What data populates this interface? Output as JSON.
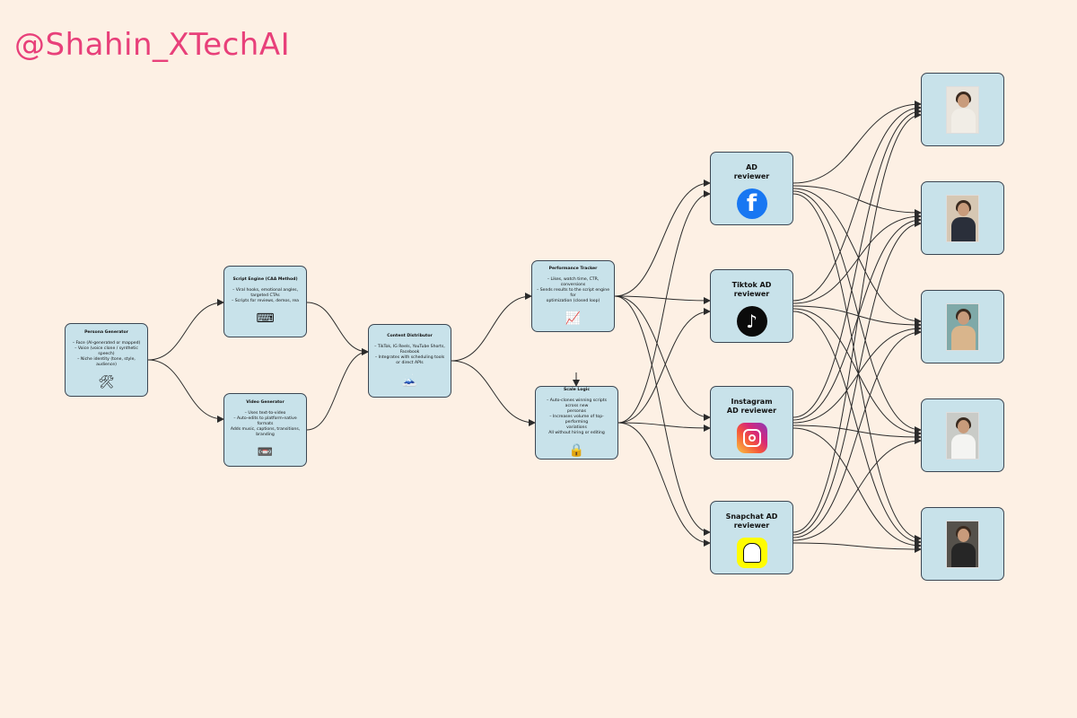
{
  "header": {
    "handle": "@Shahin_XTechAI"
  },
  "nodes": {
    "persona": {
      "title": "Persona Generator",
      "desc": "– Face (AI-generated or mapped)\n– Voice (voice clone / synthetic speech)\n– Niche identity (tone, style, audience)",
      "emoji": "🛠"
    },
    "script": {
      "title": "Script Engine (CAA Method)",
      "desc": "– Viral hooks, emotional angles,\ntargeted CTAs\n– Scripts for reviews, demos, rea",
      "emoji": "⌨"
    },
    "video": {
      "title": "Video Generator",
      "desc": "– Uses text-to-video\n– Auto-edits to platform-native formats\nAdds music, captions, transitions, branding",
      "emoji": "📼"
    },
    "distributor": {
      "title": "Content Distributor",
      "desc": "– TikTok, IG Reels, YouTube Shorts, Facebook\n– Integrates with scheduling tools\nor direct APIs",
      "emoji": "🗻"
    },
    "tracker": {
      "title": "Performance Tracker",
      "desc": "– Likes, watch time, CTR, conversions\n– Sends results to the script engine for\noptimization (closed loop)",
      "emoji": "📈"
    },
    "scale": {
      "title": "Scale Logic",
      "desc": "– Auto-clones winning scripts across new\npersonas\n– Increases volume of top-performing\nvariations\nAll without hiring or editing",
      "emoji": "🔒"
    }
  },
  "reviewers": [
    {
      "title": "AD\nreviewer",
      "icon": "facebook-logo-icon",
      "glyph": "f"
    },
    {
      "title": "Tiktok AD\nreviewer",
      "icon": "tiktok-logo-icon",
      "glyph": "♪"
    },
    {
      "title": "Instagram\nAD reviewer",
      "icon": "instagram-logo-icon",
      "glyph": ""
    },
    {
      "title": "Snapchat AD\nreviewer",
      "icon": "snapchat-logo-icon",
      "glyph": ""
    }
  ],
  "outputs": [
    {
      "icon": "avatar-photo-icon",
      "bg": "#e9e4dc",
      "outfit": "#f1ede6"
    },
    {
      "icon": "avatar-photo-icon",
      "bg": "#d6c7b3",
      "outfit": "#2a2f3a"
    },
    {
      "icon": "avatar-photo-icon",
      "bg": "#7fa9a8",
      "outfit": "#d9b58c"
    },
    {
      "icon": "avatar-photo-icon",
      "bg": "#c9cbc7",
      "outfit": "#f4f4f2"
    },
    {
      "icon": "avatar-photo-icon",
      "bg": "#55514b",
      "outfit": "#262626"
    }
  ],
  "colors": {
    "handle": "#e8407a",
    "node_fill": "#c8e2ea",
    "node_border": "#3b4652",
    "background": "#fdf0e4",
    "edge": "#2b2b2b"
  }
}
